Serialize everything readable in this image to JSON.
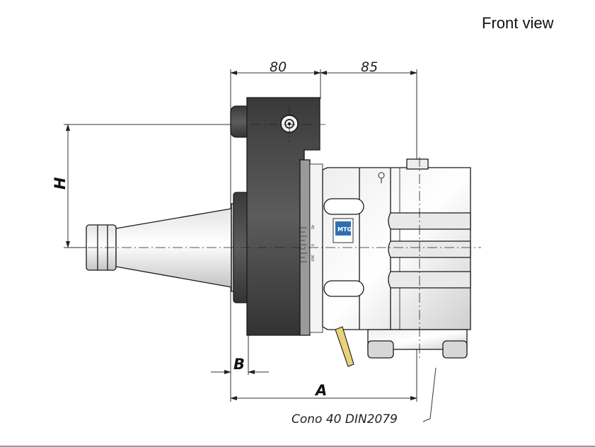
{
  "view_title": "Front view",
  "dimensions": {
    "top_left": "80",
    "top_right": "85",
    "height": "H",
    "flange": "B",
    "overall": "A"
  },
  "callout": {
    "taper": "Cono 40 DIN2079"
  },
  "logo": {
    "text": "MTG"
  },
  "scale_marks": [
    "45",
    "0",
    "360"
  ],
  "colors": {
    "outline": "#1a1a1a",
    "dark_body": "#4a4a4a",
    "light_body": "#d9d9d9",
    "logo_blue": "#2f6fb0",
    "coolant_pipe": "#e8d27a"
  }
}
